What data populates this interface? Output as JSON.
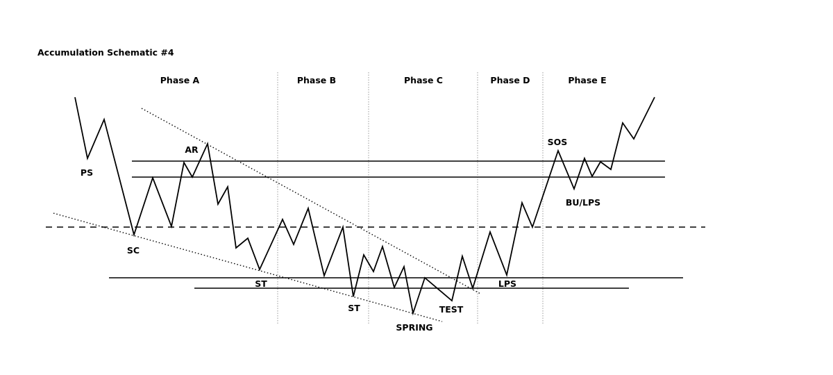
{
  "title": "Accumulation Schematic #4",
  "phases": [
    "Phase A",
    "Phase B",
    "Phase C",
    "Phase D",
    "Phase E"
  ],
  "events": [
    "PS",
    "SC",
    "AR",
    "ST",
    "ST",
    "SPRING",
    "TEST",
    "LPS",
    "SOS",
    "BU/LPS"
  ],
  "colors": {
    "line": "#000000",
    "phase_divider": "#9a9a9a",
    "background": "#ffffff"
  }
}
